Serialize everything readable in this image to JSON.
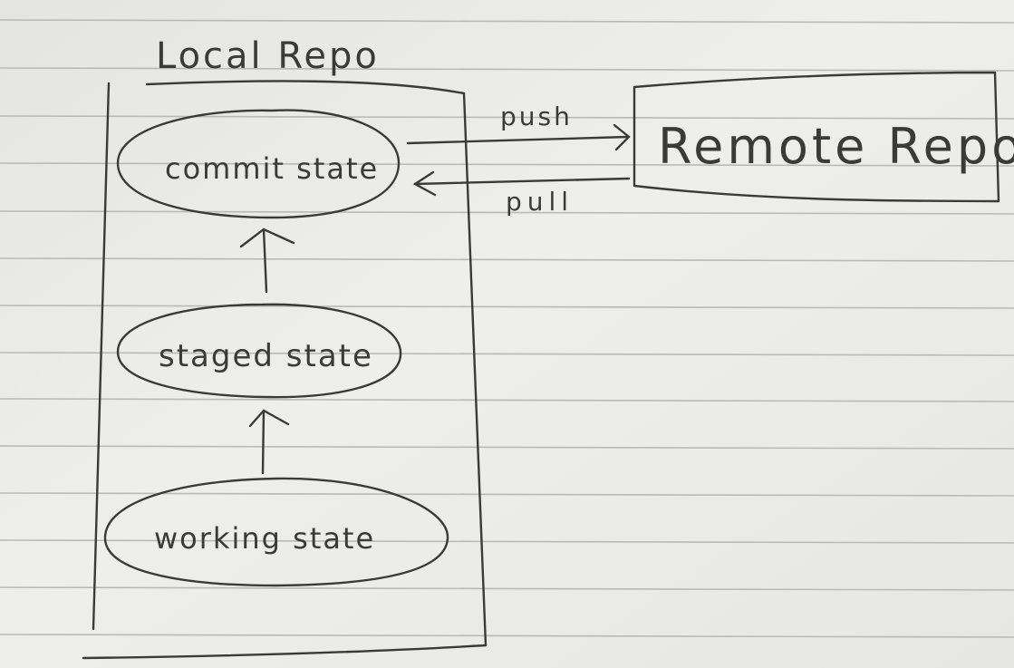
{
  "colors": {
    "paper": "#eeeeec",
    "rule_line": "#b9b9b6",
    "ink": "#3a3a3a"
  },
  "local_repo": {
    "label": "Local Repo",
    "states": [
      {
        "label": "commit state"
      },
      {
        "label": "staged state"
      },
      {
        "label": "working state"
      }
    ]
  },
  "remote_repo": {
    "label": "Remote Repo"
  },
  "arrows": {
    "push_label": "push",
    "pull_label": "pull"
  }
}
